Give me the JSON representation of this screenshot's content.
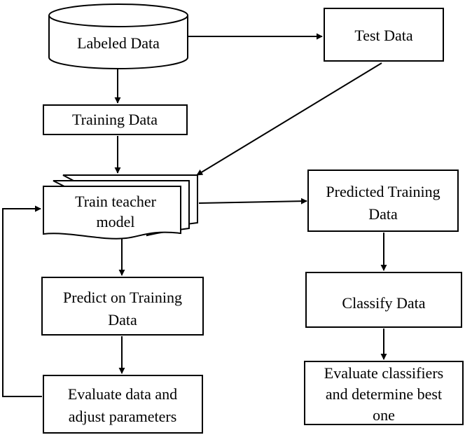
{
  "nodes": {
    "labeled_data": "Labeled Data",
    "test_data": "Test Data",
    "training_data": "Training Data",
    "train_teacher_model": [
      "Train teacher",
      "model"
    ],
    "predicted_training_data": [
      "Predicted Training",
      "Data"
    ],
    "predict_on_training_data": [
      "Predict on Training",
      "Data"
    ],
    "classify_data": "Classify Data",
    "evaluate_data": [
      "Evaluate data and",
      "adjust parameters"
    ],
    "evaluate_classifiers": [
      "Evaluate classifiers",
      "and determine best",
      "one"
    ]
  },
  "edges": [
    {
      "from": "labeled_data",
      "to": "test_data"
    },
    {
      "from": "labeled_data",
      "to": "training_data"
    },
    {
      "from": "training_data",
      "to": "train_teacher_model"
    },
    {
      "from": "test_data",
      "to": "train_teacher_model"
    },
    {
      "from": "train_teacher_model",
      "to": "predicted_training_data"
    },
    {
      "from": "train_teacher_model",
      "to": "predict_on_training_data"
    },
    {
      "from": "predict_on_training_data",
      "to": "evaluate_data"
    },
    {
      "from": "evaluate_data",
      "to": "train_teacher_model"
    },
    {
      "from": "predicted_training_data",
      "to": "classify_data"
    },
    {
      "from": "classify_data",
      "to": "evaluate_classifiers"
    }
  ]
}
